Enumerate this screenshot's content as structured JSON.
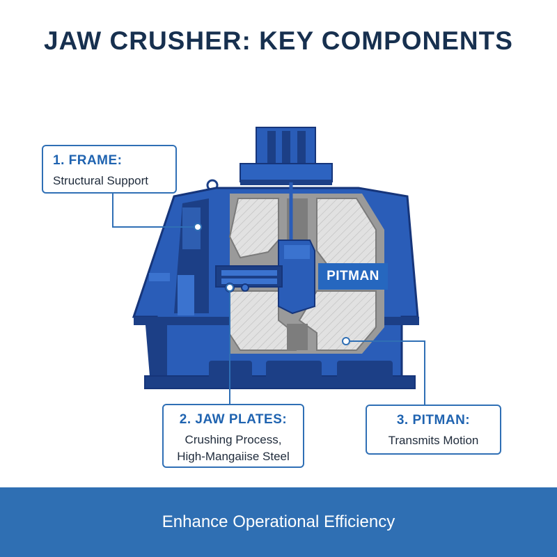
{
  "title": "JAW CRUSHER: KEY COMPONENTS",
  "pitman_tag": "PITMAN",
  "callouts": {
    "frame": {
      "heading": "1. FRAME:",
      "text": "Structural Support"
    },
    "jaw_plates": {
      "heading": "2. JAW PLATES:",
      "lines": [
        "Crushing Process,",
        "High-Mangaiise Steel"
      ]
    },
    "pitman": {
      "heading": "3. PITMAN:",
      "text": "Transmits Motion"
    }
  },
  "footer": "Enhance Operational Efficiency",
  "colors": {
    "title": "#17304f",
    "accent": "#2f6fb5",
    "machine_blue": "#2a5db8",
    "machine_dark": "#1c3f86",
    "plate_gray": "#d9d9d9",
    "footer_bg": "#2f6fb3"
  }
}
